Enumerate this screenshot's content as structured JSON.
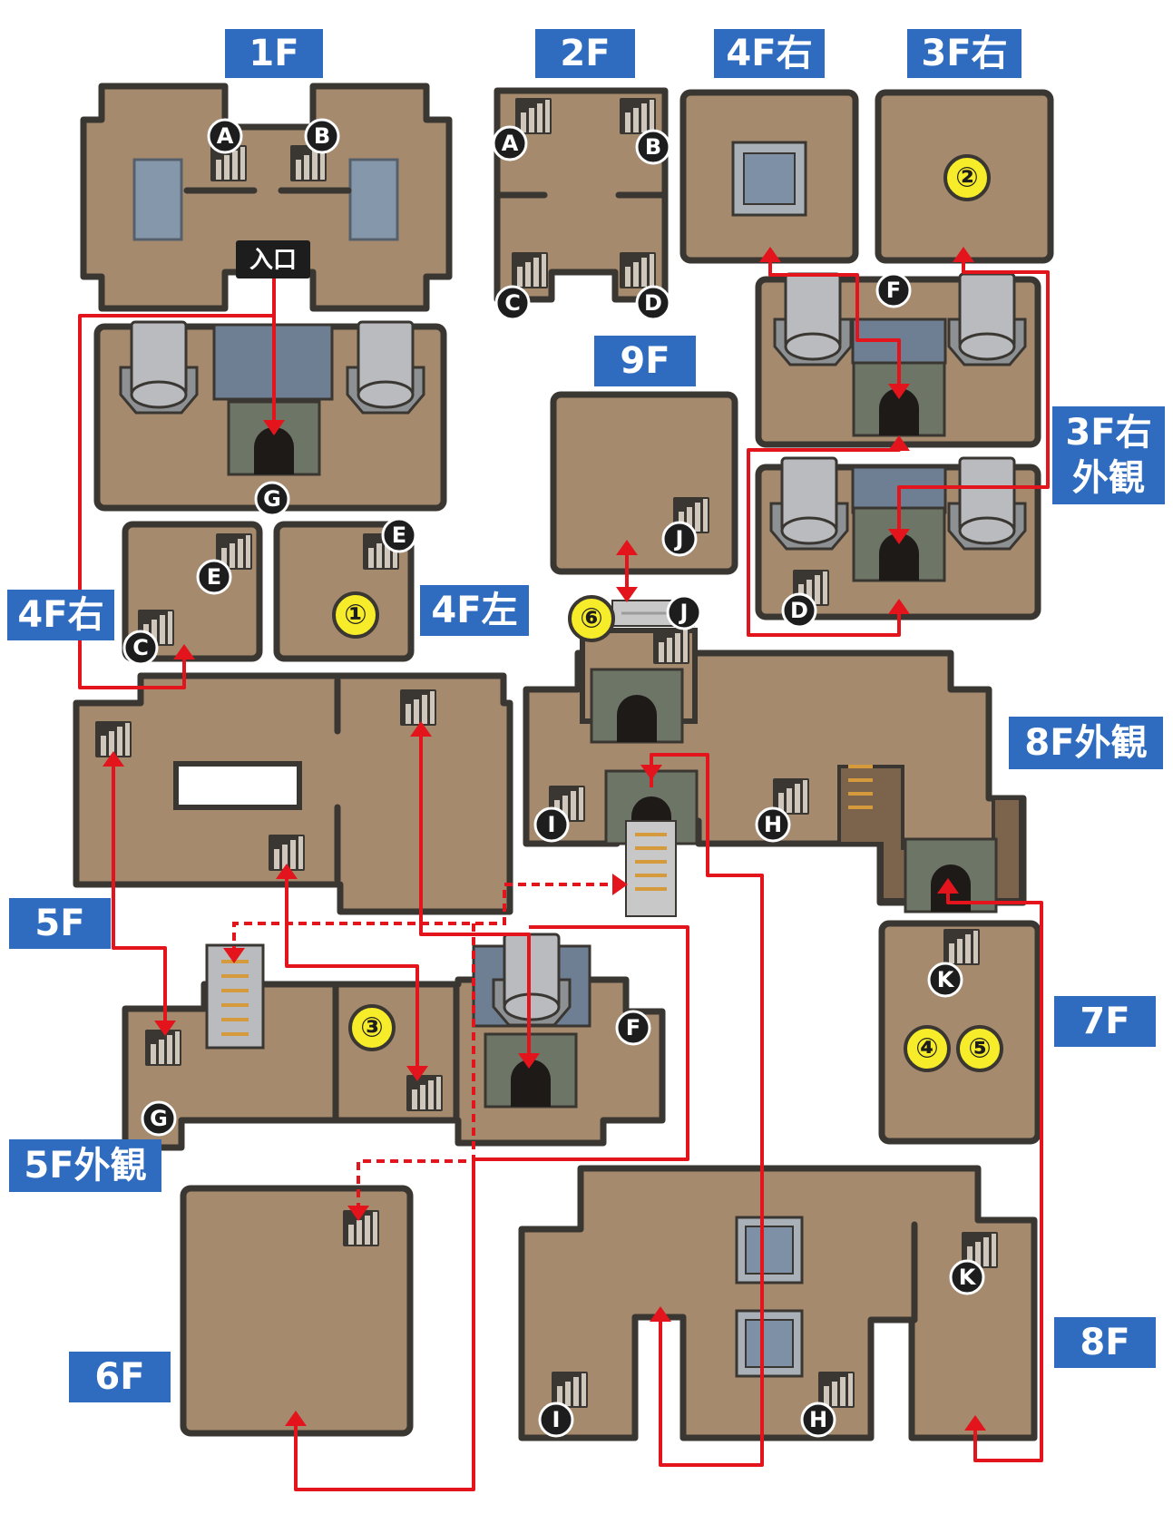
{
  "map": {
    "floor_labels": [
      {
        "id": "1f",
        "text": "1F"
      },
      {
        "id": "2f",
        "text": "2F"
      },
      {
        "id": "4f-right-top",
        "text": "4F右"
      },
      {
        "id": "3f-right",
        "text": "3F右"
      },
      {
        "id": "9f",
        "text": "9F"
      },
      {
        "id": "3f-right-exterior",
        "text": "3F右\n外観"
      },
      {
        "id": "4f-right-mid",
        "text": "4F右"
      },
      {
        "id": "4f-left",
        "text": "4F左"
      },
      {
        "id": "8f-exterior",
        "text": "8F外観"
      },
      {
        "id": "5f",
        "text": "5F"
      },
      {
        "id": "7f",
        "text": "7F"
      },
      {
        "id": "5f-exterior",
        "text": "5F外観"
      },
      {
        "id": "6f",
        "text": "6F"
      },
      {
        "id": "8f",
        "text": "8F"
      }
    ],
    "entrance_label": "入口",
    "stair_markers": [
      "A",
      "B",
      "A",
      "B",
      "C",
      "D",
      "F",
      "G",
      "E",
      "E",
      "C",
      "D",
      "J",
      "J",
      "I",
      "H",
      "K",
      "F",
      "G",
      "K",
      "I",
      "H"
    ],
    "numbered_points": [
      "①",
      "②",
      "③",
      "④",
      "⑤",
      "⑥"
    ],
    "colors": {
      "floor": "#a58a6e",
      "wall": "#3a3632",
      "route": "#e3141c",
      "label_bg": "#2f6cc0",
      "number_marker": "#f6ec2a"
    }
  }
}
